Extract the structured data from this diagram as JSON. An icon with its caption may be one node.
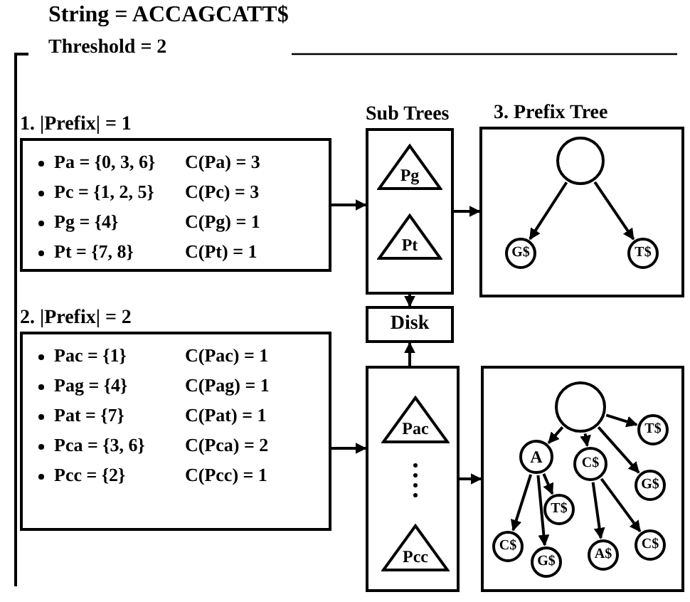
{
  "diagram": {
    "title": "String = ACCAGCATT$",
    "nodes": [
      {
        "text": [
          "1. |Prefix| = 1",
          "Pa = {0, 3, 6}",
          "C(Pa) = 3",
          "Pc = {1, 2, 5}",
          "C(Pc) = 3",
          "Pg = {4}",
          "C(Pg) = 1",
          "Pt = {7, 8}",
          "C(Pt) = 1"
        ]
      },
      {
        "text": [
          "Sub Trees"
        ]
      },
      {
        "text": [
          "Pg"
        ],
        "in": 1
      },
      {
        "text": [
          "Pt"
        ],
        "in": 1
      },
      {
        "text": [
          "3. Prefix Tree"
        ]
      },
      {
        "text": [],
        "shape": "circle",
        "in": 4
      },
      {
        "text": [
          "G$"
        ],
        "in": 4
      },
      {
        "text": [
          "T$"
        ],
        "in": 4
      },
      {
        "text": [
          "Disk"
        ]
      },
      {
        "text": [
          "2. |Prefix| = 2",
          "Pac = {1}",
          "C(Pac) = 1",
          "Pag = {4}",
          "C(Pag) = 1",
          "Pat = {7}",
          "C(Pat) = 1",
          "Pca = {3, 6}",
          "C(Pca) = 2",
          "Pcc = {2}",
          "C(Pcc) = 1"
        ]
      },
      {
        "text": [],
        "shape": "box"
      },
      {
        "text": [
          "Pac"
        ],
        "in": 10
      },
      {
        "text": [
          "Pcc"
        ],
        "in": 10
      },
      {
        "text": [],
        "shape": "box"
      },
      {
        "text": [],
        "shape": "circle",
        "in": 13
      },
      {
        "text": [
          "T$"
        ],
        "in": 13
      },
      {
        "text": [
          "A"
        ],
        "in": 13
      },
      {
        "text": [
          "C$"
        ],
        "in": 13
      },
      {
        "text": [
          "G$"
        ],
        "in": 13
      },
      {
        "text": [
          "T$"
        ],
        "in": 13
      },
      {
        "text": [
          "C$"
        ],
        "in": 13
      },
      {
        "text": [
          "G$"
        ],
        "in": 13
      },
      {
        "text": [
          "A$"
        ],
        "in": 13
      },
      {
        "text": [
          "C$"
        ],
        "in": 13
      }
    ],
    "edges": [
      {
        "from": 0,
        "to": 1,
        "arrow": "to"
      },
      {
        "from": 1,
        "to": 4,
        "arrow": "to"
      },
      {
        "from": 1,
        "to": 8,
        "arrow": "to"
      },
      {
        "from": 10,
        "to": 8,
        "arrow": "to"
      },
      {
        "from": 9,
        "to": 10,
        "arrow": "to"
      },
      {
        "from": 10,
        "to": 13,
        "arrow": "to"
      },
      {
        "from": 5,
        "to": 6,
        "arrow": "to"
      },
      {
        "from": 5,
        "to": 7,
        "arrow": "to"
      },
      {
        "from": 14,
        "to": 15,
        "arrow": "to"
      },
      {
        "from": 14,
        "to": 16,
        "arrow": "to"
      },
      {
        "from": 14,
        "to": 17,
        "arrow": "to"
      },
      {
        "from": 14,
        "to": 18,
        "arrow": "to"
      },
      {
        "from": 16,
        "to": 20,
        "arrow": "to"
      },
      {
        "from": 16,
        "to": 21,
        "arrow": "to"
      },
      {
        "from": 16,
        "to": 19,
        "arrow": "to"
      },
      {
        "from": 17,
        "to": 22,
        "arrow": "to"
      },
      {
        "from": 17,
        "to": 23,
        "arrow": "to"
      }
    ],
    "labels": [
      "Threshold = 2"
    ]
  }
}
